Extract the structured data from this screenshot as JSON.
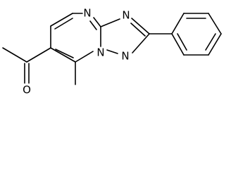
{
  "molecule": {
    "atoms": {
      "n_pyrimidine": "N",
      "n_triazole_top": "N",
      "n_bridge": "N",
      "n_triazole_bottom": "N",
      "o_carbonyl": "O"
    }
  },
  "colors": {
    "bond": "#000000",
    "label": "#000000",
    "background": "#ffffff"
  }
}
